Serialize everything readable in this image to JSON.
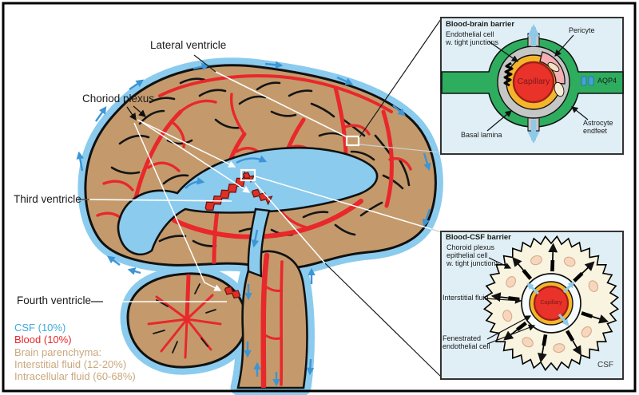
{
  "brain_labels": {
    "lateral_ventricle": "Lateral ventricle",
    "choroid_plexus": "Choriod plexus",
    "third_ventricle": "Third ventricle",
    "fourth_ventricle": "Fourth ventricle"
  },
  "legend": {
    "csf": "CSF (10%)",
    "blood": "Blood (10%)",
    "parenchyma_header": "Brain parenchyma:",
    "interstitial": "Interstitial fluid (12-20%)",
    "intracellular": "Intracellular fluid (60-68%)"
  },
  "bbb": {
    "title": "Blood-brain barrier",
    "labels": {
      "endothelial_line1": "Endothelial cell",
      "endothelial_line2": "w. tight junctions",
      "pericyte": "Pericyte",
      "capillary": "Capillary",
      "aqp4": "AQP4",
      "basal_lamina": "Basal lamina",
      "astrocyte_line1": "Astrocyte",
      "astrocyte_line2": "endfeet"
    }
  },
  "bcsf": {
    "title": "Blood-CSF barrier",
    "labels": {
      "choroid_line1": "Choroid plexus",
      "choroid_line2": "epithelial cell",
      "choroid_line3": "w. tight junctions",
      "interstitial_fluid": "Interstitial fluid",
      "capillary": "Capillary",
      "fenestrated_line1": "Fenestrated",
      "fenestrated_line2": "endothelial cell",
      "csf": "CSF"
    }
  },
  "colors": {
    "csf_blue": "#8BCBEE",
    "flow_arrow_blue": "#3C95D5",
    "blood_red": "#E8282B",
    "brain_tan": "#C49A6C",
    "legend_csf_text": "#3FA9DC",
    "legend_blood_text": "#E8282B",
    "legend_parenchyma_text": "#C9A87E",
    "inset_background": "#E0EFF6",
    "astrocyte_green": "#2EAD5F",
    "basal_lamina_gray": "#C6C6C6",
    "endothelium_yellow": "#F2B52B",
    "capillary_red": "#E93229",
    "pericyte_pink": "#F4AFB5",
    "epithelial_cream": "#F8F4DF",
    "nucleus_peach": "#F6D7BE",
    "light_arrow_blue": "#8FC9E8"
  }
}
